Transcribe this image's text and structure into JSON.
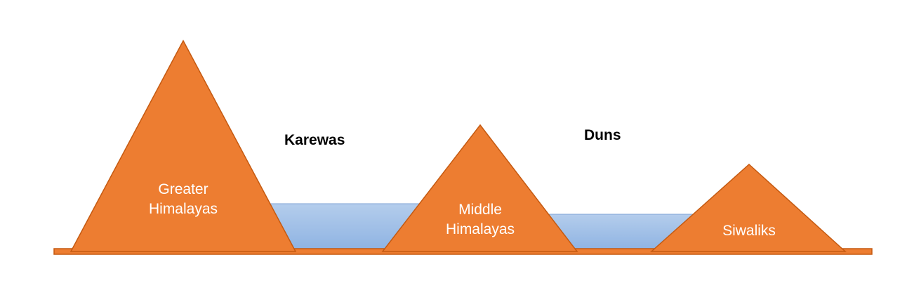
{
  "colors": {
    "mountain": "#ed7d31",
    "mountain_outline": "#c55a11",
    "water_top": "#b4cdec",
    "water_bottom": "#8db2e2"
  },
  "basins": [
    {
      "label": "Karewas"
    },
    {
      "label": "Duns"
    }
  ],
  "ranges": [
    {
      "line1": "Greater",
      "line2": "Himalayas"
    },
    {
      "line1": "Middle",
      "line2": "Himalayas"
    },
    {
      "line1": "Siwaliks",
      "line2": ""
    }
  ]
}
